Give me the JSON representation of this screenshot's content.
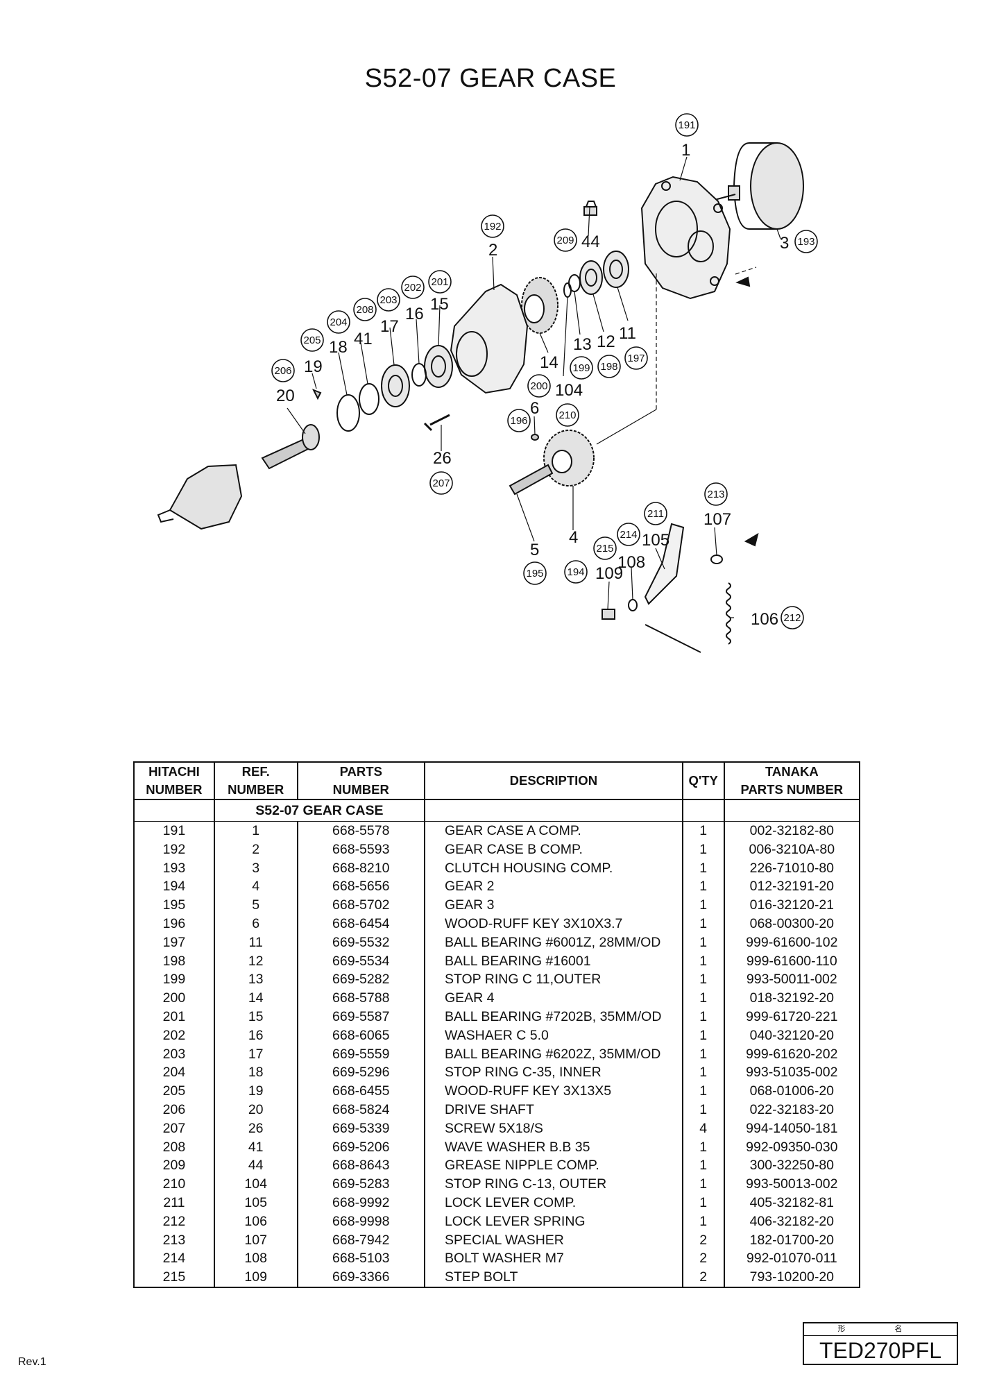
{
  "title": "S52-07 GEAR CASE",
  "diagram": {
    "callouts": [
      {
        "ref": "1",
        "cat": "191"
      },
      {
        "ref": "2",
        "cat": "192"
      },
      {
        "ref": "3",
        "cat": "193"
      },
      {
        "ref": "4",
        "cat": "194"
      },
      {
        "ref": "5",
        "cat": "195"
      },
      {
        "ref": "6",
        "cat": "196"
      },
      {
        "ref": "11",
        "cat": "197"
      },
      {
        "ref": "12",
        "cat": "198"
      },
      {
        "ref": "13",
        "cat": "199"
      },
      {
        "ref": "14",
        "cat": "200"
      },
      {
        "ref": "15",
        "cat": "201"
      },
      {
        "ref": "16",
        "cat": "202"
      },
      {
        "ref": "17",
        "cat": "203"
      },
      {
        "ref": "18",
        "cat": "204"
      },
      {
        "ref": "19",
        "cat": "205"
      },
      {
        "ref": "20",
        "cat": "206"
      },
      {
        "ref": "26",
        "cat": "207"
      },
      {
        "ref": "41",
        "cat": "208"
      },
      {
        "ref": "44",
        "cat": "209"
      },
      {
        "ref": "104",
        "cat": "210"
      },
      {
        "ref": "105",
        "cat": "211"
      },
      {
        "ref": "106",
        "cat": "212"
      },
      {
        "ref": "107",
        "cat": "213"
      },
      {
        "ref": "108",
        "cat": "214"
      },
      {
        "ref": "109",
        "cat": "215"
      }
    ]
  },
  "table": {
    "headers": {
      "hitachi_top": "HITACHI",
      "hitachi_bot": "NUMBER",
      "ref_top": "REF.",
      "ref_bot": "NUMBER",
      "parts_top": "PARTS",
      "parts_bot": "NUMBER",
      "description": "DESCRIPTION",
      "qty": "Q'TY",
      "tanaka_top": "TANAKA",
      "tanaka_bot": "PARTS NUMBER"
    },
    "section_label": "S52-07 GEAR CASE",
    "rows": [
      {
        "hitachi": "191",
        "ref": "1",
        "parts": "668-5578",
        "desc": "GEAR CASE A COMP.",
        "qty": "1",
        "tanaka": "002-32182-80"
      },
      {
        "hitachi": "192",
        "ref": "2",
        "parts": "668-5593",
        "desc": "GEAR CASE B COMP.",
        "qty": "1",
        "tanaka": "006-3210A-80"
      },
      {
        "hitachi": "193",
        "ref": "3",
        "parts": "668-8210",
        "desc": "CLUTCH HOUSING COMP.",
        "qty": "1",
        "tanaka": "226-71010-80"
      },
      {
        "hitachi": "194",
        "ref": "4",
        "parts": "668-5656",
        "desc": "GEAR 2",
        "qty": "1",
        "tanaka": "012-32191-20"
      },
      {
        "hitachi": "195",
        "ref": "5",
        "parts": "668-5702",
        "desc": "GEAR 3",
        "qty": "1",
        "tanaka": "016-32120-21"
      },
      {
        "hitachi": "196",
        "ref": "6",
        "parts": "668-6454",
        "desc": "WOOD-RUFF KEY 3X10X3.7",
        "qty": "1",
        "tanaka": "068-00300-20"
      },
      {
        "hitachi": "197",
        "ref": "11",
        "parts": "669-5532",
        "desc": "BALL BEARING #6001Z, 28MM/OD",
        "qty": "1",
        "tanaka": "999-61600-102"
      },
      {
        "hitachi": "198",
        "ref": "12",
        "parts": "669-5534",
        "desc": "BALL BEARING #16001",
        "qty": "1",
        "tanaka": "999-61600-110"
      },
      {
        "hitachi": "199",
        "ref": "13",
        "parts": "669-5282",
        "desc": "STOP RING C 11,OUTER",
        "qty": "1",
        "tanaka": "993-50011-002"
      },
      {
        "hitachi": "200",
        "ref": "14",
        "parts": "668-5788",
        "desc": "GEAR 4",
        "qty": "1",
        "tanaka": "018-32192-20"
      },
      {
        "hitachi": "201",
        "ref": "15",
        "parts": "669-5587",
        "desc": "BALL BEARING #7202B, 35MM/OD",
        "qty": "1",
        "tanaka": "999-61720-221"
      },
      {
        "hitachi": "202",
        "ref": "16",
        "parts": "668-6065",
        "desc": "WASHAER C 5.0",
        "qty": "1",
        "tanaka": "040-32120-20"
      },
      {
        "hitachi": "203",
        "ref": "17",
        "parts": "669-5559",
        "desc": "BALL BEARING #6202Z, 35MM/OD",
        "qty": "1",
        "tanaka": "999-61620-202"
      },
      {
        "hitachi": "204",
        "ref": "18",
        "parts": "669-5296",
        "desc": "STOP RING C-35, INNER",
        "qty": "1",
        "tanaka": "993-51035-002"
      },
      {
        "hitachi": "205",
        "ref": "19",
        "parts": "668-6455",
        "desc": "WOOD-RUFF KEY 3X13X5",
        "qty": "1",
        "tanaka": "068-01006-20"
      },
      {
        "hitachi": "206",
        "ref": "20",
        "parts": "668-5824",
        "desc": "DRIVE SHAFT",
        "qty": "1",
        "tanaka": "022-32183-20"
      },
      {
        "hitachi": "207",
        "ref": "26",
        "parts": "669-5339",
        "desc": "SCREW 5X18/S",
        "qty": "4",
        "tanaka": "994-14050-181"
      },
      {
        "hitachi": "208",
        "ref": "41",
        "parts": "669-5206",
        "desc": "WAVE WASHER B.B 35",
        "qty": "1",
        "tanaka": "992-09350-030"
      },
      {
        "hitachi": "209",
        "ref": "44",
        "parts": "668-8643",
        "desc": "GREASE NIPPLE COMP.",
        "qty": "1",
        "tanaka": "300-32250-80"
      },
      {
        "hitachi": "210",
        "ref": "104",
        "parts": "669-5283",
        "desc": "STOP RING C-13, OUTER",
        "qty": "1",
        "tanaka": "993-50013-002"
      },
      {
        "hitachi": "211",
        "ref": "105",
        "parts": "668-9992",
        "desc": "LOCK LEVER COMP.",
        "qty": "1",
        "tanaka": "405-32182-81"
      },
      {
        "hitachi": "212",
        "ref": "106",
        "parts": "668-9998",
        "desc": "LOCK LEVER SPRING",
        "qty": "1",
        "tanaka": "406-32182-20"
      },
      {
        "hitachi": "213",
        "ref": "107",
        "parts": "668-7942",
        "desc": "SPECIAL WASHER",
        "qty": "2",
        "tanaka": "182-01700-20"
      },
      {
        "hitachi": "214",
        "ref": "108",
        "parts": "668-5103",
        "desc": "BOLT WASHER M7",
        "qty": "2",
        "tanaka": "992-01070-011"
      },
      {
        "hitachi": "215",
        "ref": "109",
        "parts": "669-3366",
        "desc": "STEP BOLT",
        "qty": "2",
        "tanaka": "793-10200-20"
      }
    ]
  },
  "model_box": {
    "label": "形　名",
    "model": "TED270PFL"
  },
  "revision": "Rev.1"
}
